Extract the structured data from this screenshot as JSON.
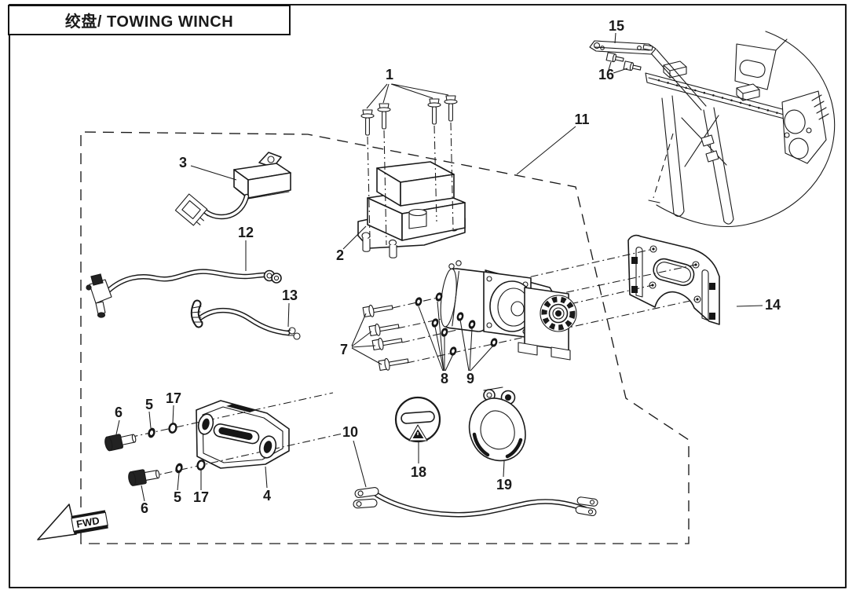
{
  "sheet": {
    "title": "绞盘/ TOWING WINCH"
  },
  "fwd": {
    "label": "FWD"
  },
  "line_color": "#1a1a1a",
  "callouts": [
    {
      "part": "1"
    },
    {
      "part": "2"
    },
    {
      "part": "3"
    },
    {
      "part": "4"
    },
    {
      "part": "5"
    },
    {
      "part": "5"
    },
    {
      "part": "6"
    },
    {
      "part": "6"
    },
    {
      "part": "7"
    },
    {
      "part": "8"
    },
    {
      "part": "9"
    },
    {
      "part": "10"
    },
    {
      "part": "11"
    },
    {
      "part": "12"
    },
    {
      "part": "13"
    },
    {
      "part": "14"
    },
    {
      "part": "15"
    },
    {
      "part": "16"
    },
    {
      "part": "17"
    },
    {
      "part": "17"
    },
    {
      "part": "18"
    },
    {
      "part": "19"
    }
  ]
}
